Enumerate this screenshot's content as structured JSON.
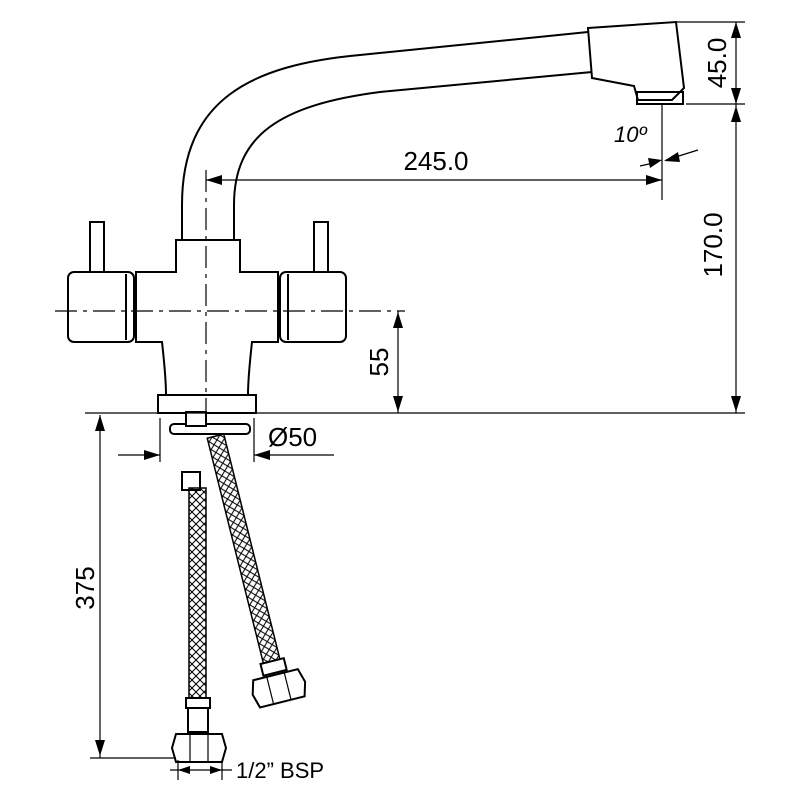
{
  "dimensions": {
    "spout_outlet_height": "45.0",
    "spout_reach": "245.0",
    "spout_angle": "10º",
    "total_height": "170.0",
    "handle_height": "55",
    "base_diameter": "Ø50",
    "hose_length": "375",
    "connection": "1/2” BSP"
  },
  "colors": {
    "line": "#000000",
    "background": "#ffffff"
  }
}
